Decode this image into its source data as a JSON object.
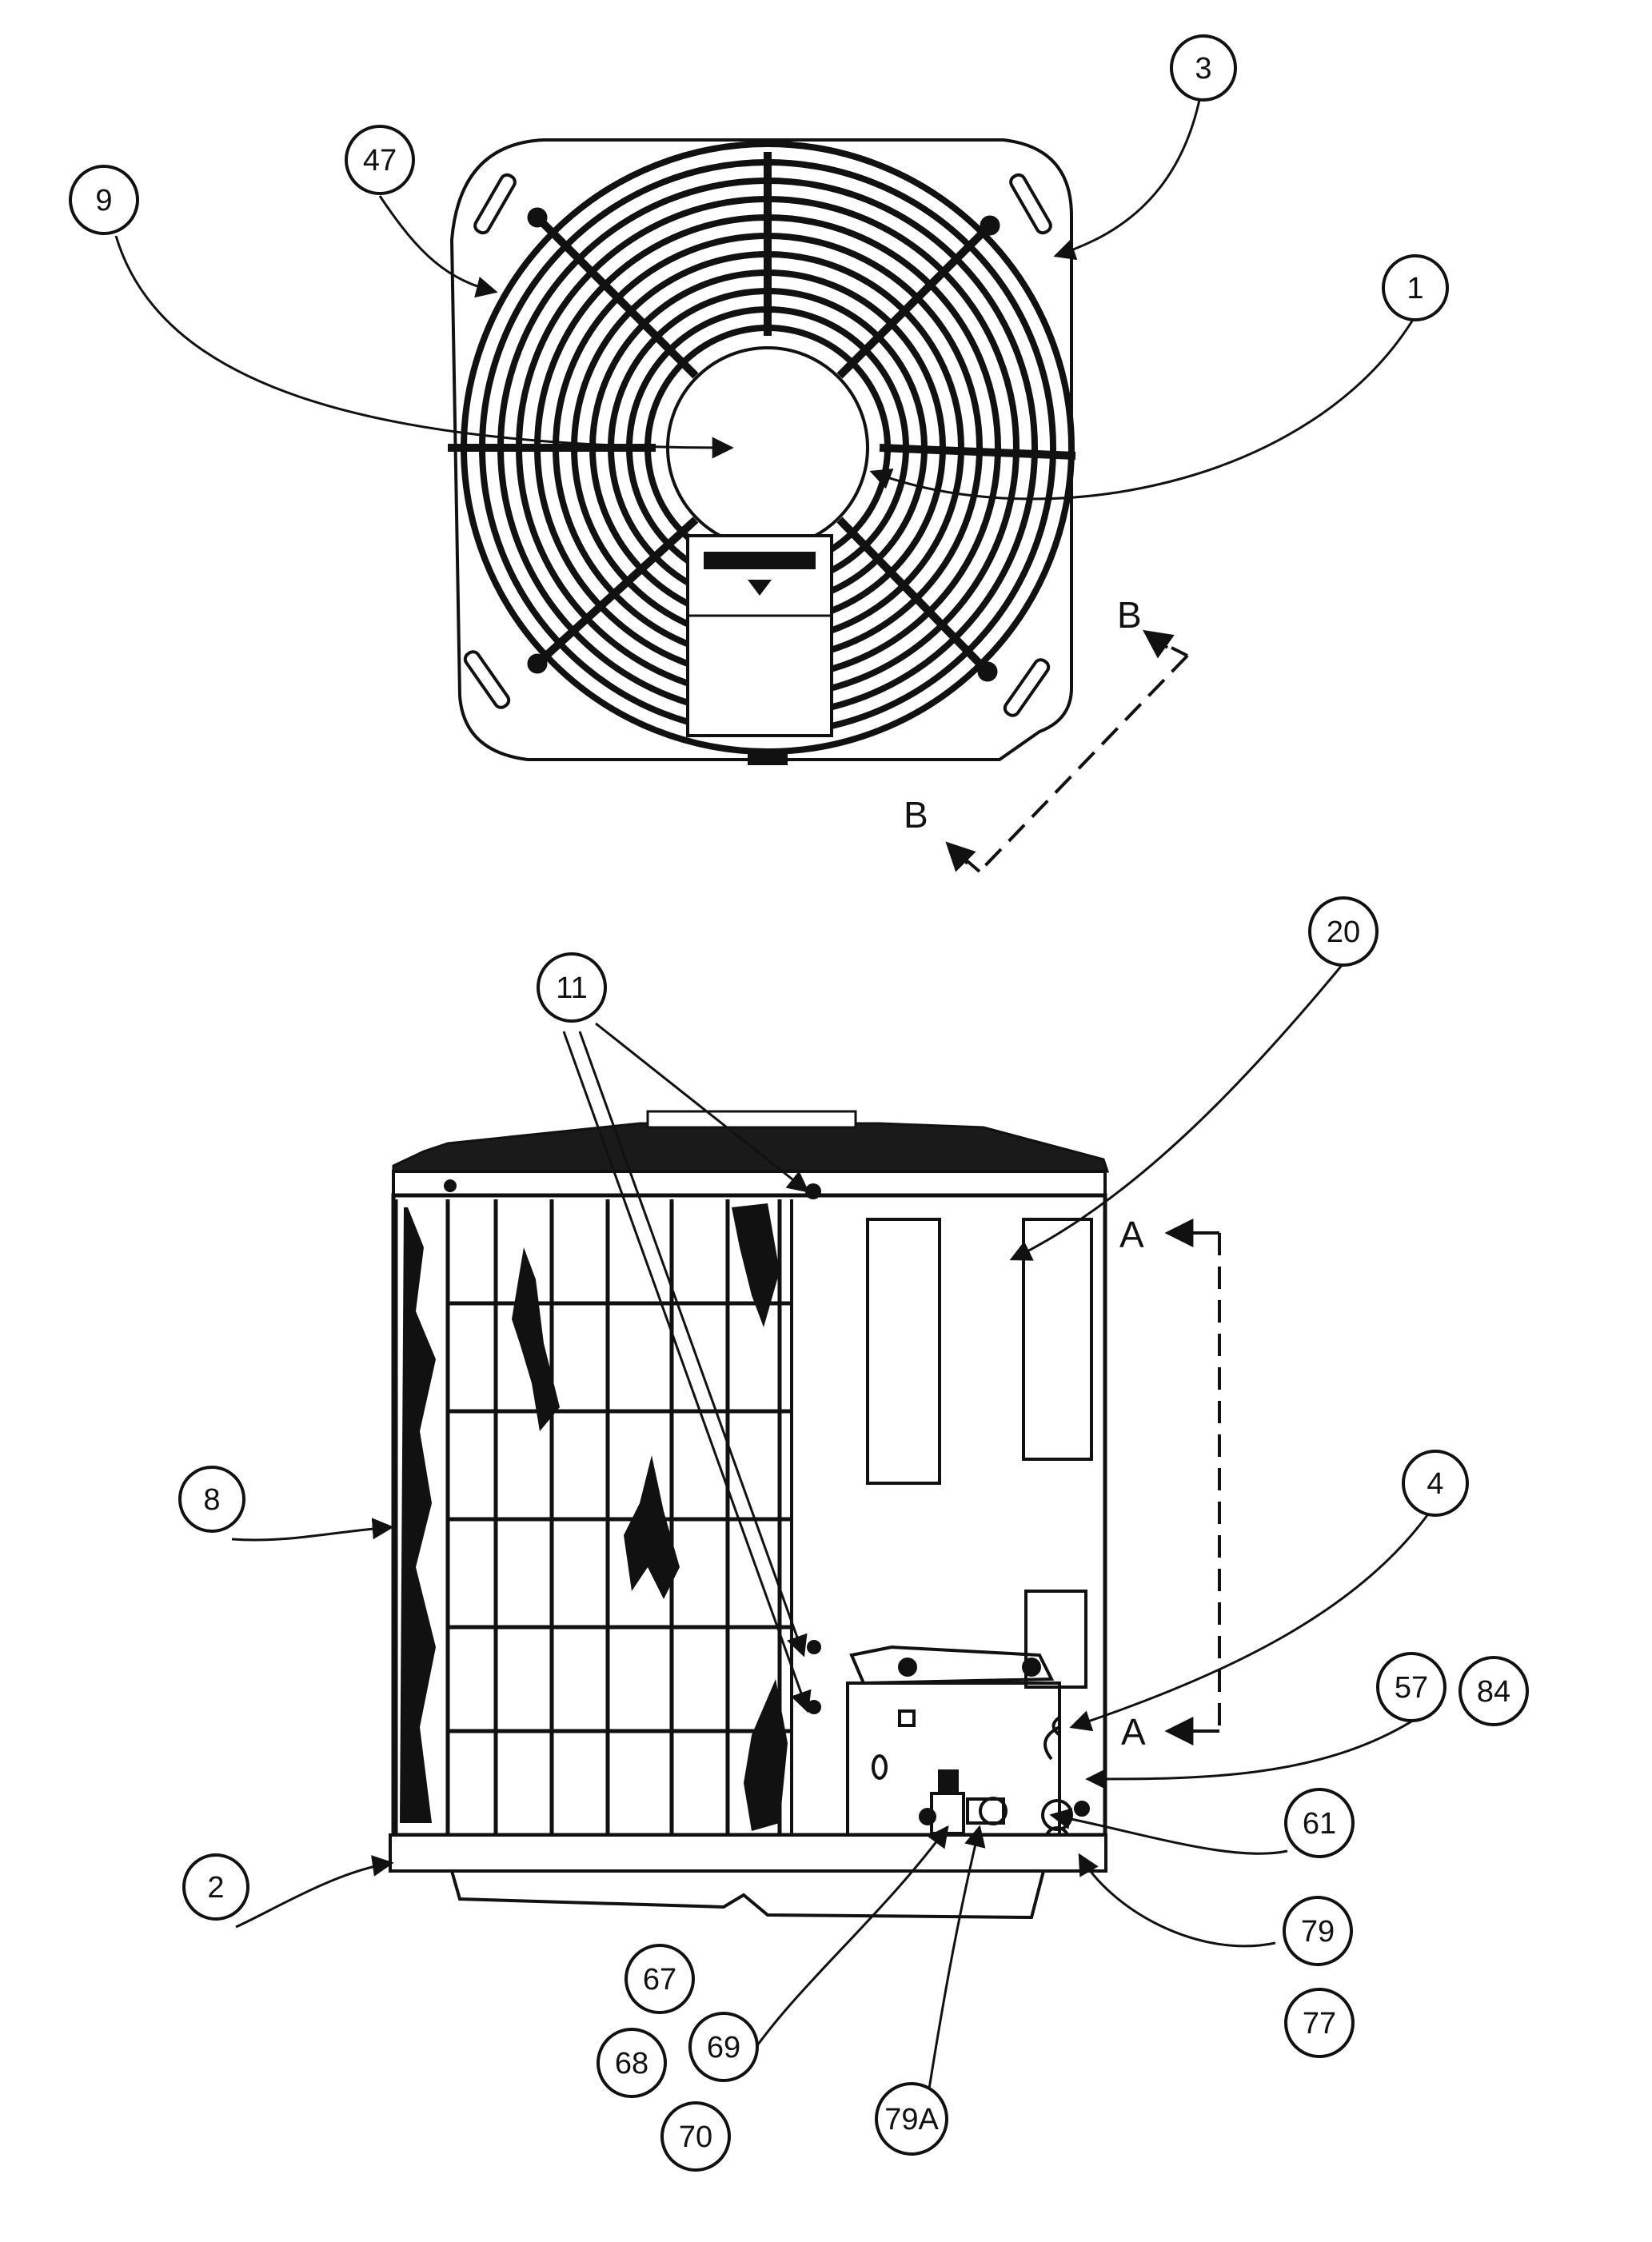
{
  "callouts": {
    "c1": "1",
    "c2": "2",
    "c3": "3",
    "c4": "4",
    "c8": "8",
    "c9": "9",
    "c11": "11",
    "c20": "20",
    "c47": "47",
    "c57": "57",
    "c61": "61",
    "c67": "67",
    "c68": "68",
    "c69": "69",
    "c70": "70",
    "c77": "77",
    "c79": "79",
    "c79a": "79A",
    "c84": "84"
  },
  "section_markers": {
    "b_upper": "B",
    "b_lower": "B",
    "a_upper": "A",
    "a_lower": "A"
  }
}
